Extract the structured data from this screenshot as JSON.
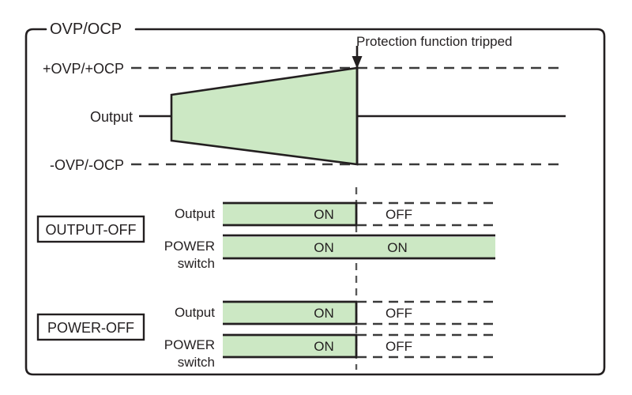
{
  "diagram": {
    "frame_label": "OVP/OCP",
    "annotation": "Protection function tripped",
    "axis_labels": {
      "upper_threshold": "+OVP/+OCP",
      "output": "Output",
      "lower_threshold": "-OVP/-OCP"
    },
    "colors": {
      "fill_green": "#cce8c4",
      "stroke_dark": "#231f20",
      "background": "#ffffff"
    },
    "modes": [
      {
        "name": "OUTPUT-OFF",
        "label": "OUTPUT-OFF",
        "rows": [
          {
            "label_line1": "Output",
            "label_line2": "",
            "before_state": "ON",
            "after_state": "OFF",
            "after_active": false
          },
          {
            "label_line1": "POWER",
            "label_line2": "switch",
            "before_state": "ON",
            "after_state": "ON",
            "after_active": true
          }
        ]
      },
      {
        "name": "POWER-OFF",
        "label": "POWER-OFF",
        "rows": [
          {
            "label_line1": "Output",
            "label_line2": "",
            "before_state": "ON",
            "after_state": "OFF",
            "after_active": false
          },
          {
            "label_line1": "POWER",
            "label_line2": "switch",
            "before_state": "ON",
            "after_state": "OFF",
            "after_active": false
          }
        ]
      }
    ]
  }
}
